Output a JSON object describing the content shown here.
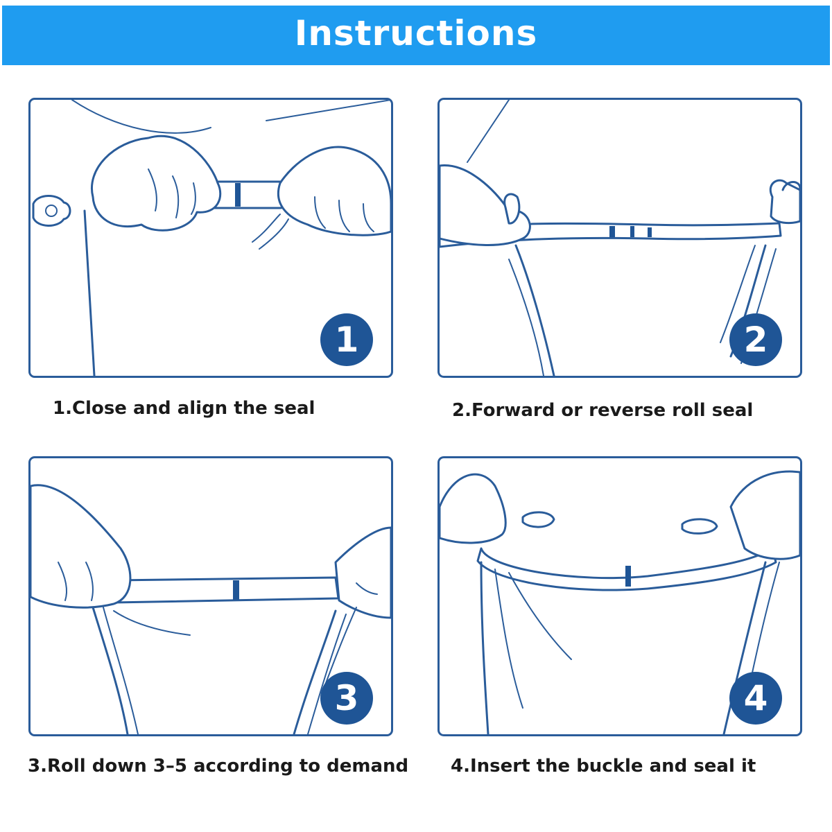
{
  "header": {
    "title": "Instructions"
  },
  "steps": [
    {
      "number": "1",
      "caption": "1.Close and align the seal"
    },
    {
      "number": "2",
      "caption": "2.Forward or reverse roll seal"
    },
    {
      "number": "3",
      "caption": "3.Roll down 3–5 according to demand"
    },
    {
      "number": "4",
      "caption": "4.Insert the buckle and seal it"
    }
  ],
  "colors": {
    "banner": "#1f9cf0",
    "outline": "#2a5c9a",
    "badge": "#1f5596",
    "caption": "#1a1a1a"
  }
}
